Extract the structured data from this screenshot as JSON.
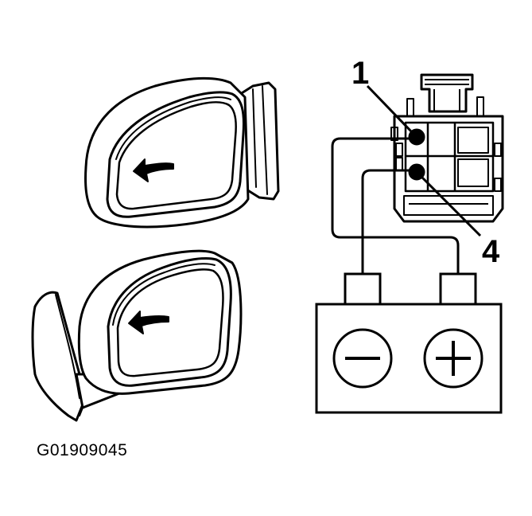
{
  "callouts": {
    "terminal_1": "1",
    "terminal_4": "4"
  },
  "figure_id": "G01909045",
  "battery": {
    "negative_symbol": "minus-icon",
    "positive_symbol": "plus-icon"
  },
  "icons": [
    "mirror-upper-illustration",
    "mirror-lower-illustration",
    "mirror-connector",
    "battery-icon",
    "arrow-left-icon"
  ]
}
